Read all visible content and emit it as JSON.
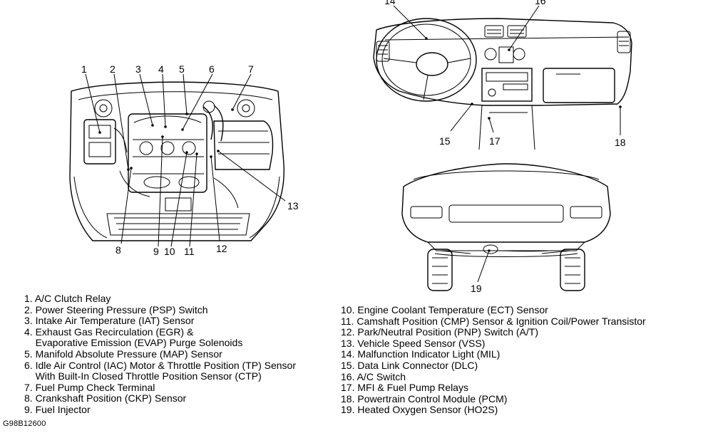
{
  "callouts": {
    "engine_bay": [
      "1",
      "2",
      "3",
      "4",
      "5",
      "6",
      "7",
      "8",
      "9",
      "10",
      "11",
      "12",
      "13"
    ],
    "dashboard": [
      "14",
      "15",
      "16",
      "17",
      "18"
    ],
    "rear": [
      "19"
    ]
  },
  "legend_left": [
    {
      "num": "1.",
      "text": "A/C Clutch Relay"
    },
    {
      "num": "2.",
      "text": "Power Steering Pressure (PSP) Switch"
    },
    {
      "num": "3.",
      "text": "Intake Air Temperature (IAT) Sensor"
    },
    {
      "num": "4.",
      "text": "Exhaust Gas Recirculation (EGR) &"
    },
    {
      "num": "",
      "text": "Evaporative Emission (EVAP) Purge Solenoids"
    },
    {
      "num": "5.",
      "text": "Manifold Absolute Pressure (MAP) Sensor"
    },
    {
      "num": "6.",
      "text": "Idle Air Control (IAC) Motor & Throttle Position (TP) Sensor"
    },
    {
      "num": "",
      "text": "With Built-In Closed Throttle Position Sensor (CTP)"
    },
    {
      "num": "7.",
      "text": "Fuel Pump Check Terminal"
    },
    {
      "num": "8.",
      "text": "Crankshaft Position (CKP) Sensor"
    },
    {
      "num": "9.",
      "text": "Fuel Injector"
    }
  ],
  "legend_right": [
    {
      "num": "10.",
      "text": "Engine Coolant Temperature (ECT) Sensor"
    },
    {
      "num": "11.",
      "text": "Camshaft Position (CMP) Sensor & Ignition Coil/Power Transistor"
    },
    {
      "num": "12.",
      "text": "Park/Neutral Position (PNP) Switch (A/T)"
    },
    {
      "num": "13.",
      "text": "Vehicle Speed Sensor (VSS)"
    },
    {
      "num": "14.",
      "text": "Malfunction Indicator Light (MIL)"
    },
    {
      "num": "15.",
      "text": "Data Link Connector (DLC)"
    },
    {
      "num": "16.",
      "text": "A/C Switch"
    },
    {
      "num": "17.",
      "text": "MFI & Fuel Pump Relays"
    },
    {
      "num": "18.",
      "text": "Powertrain Control Module (PCM)"
    },
    {
      "num": "19.",
      "text": "Heated Oxygen Sensor (HO2S)"
    }
  ],
  "figure_code": "G98B12600"
}
